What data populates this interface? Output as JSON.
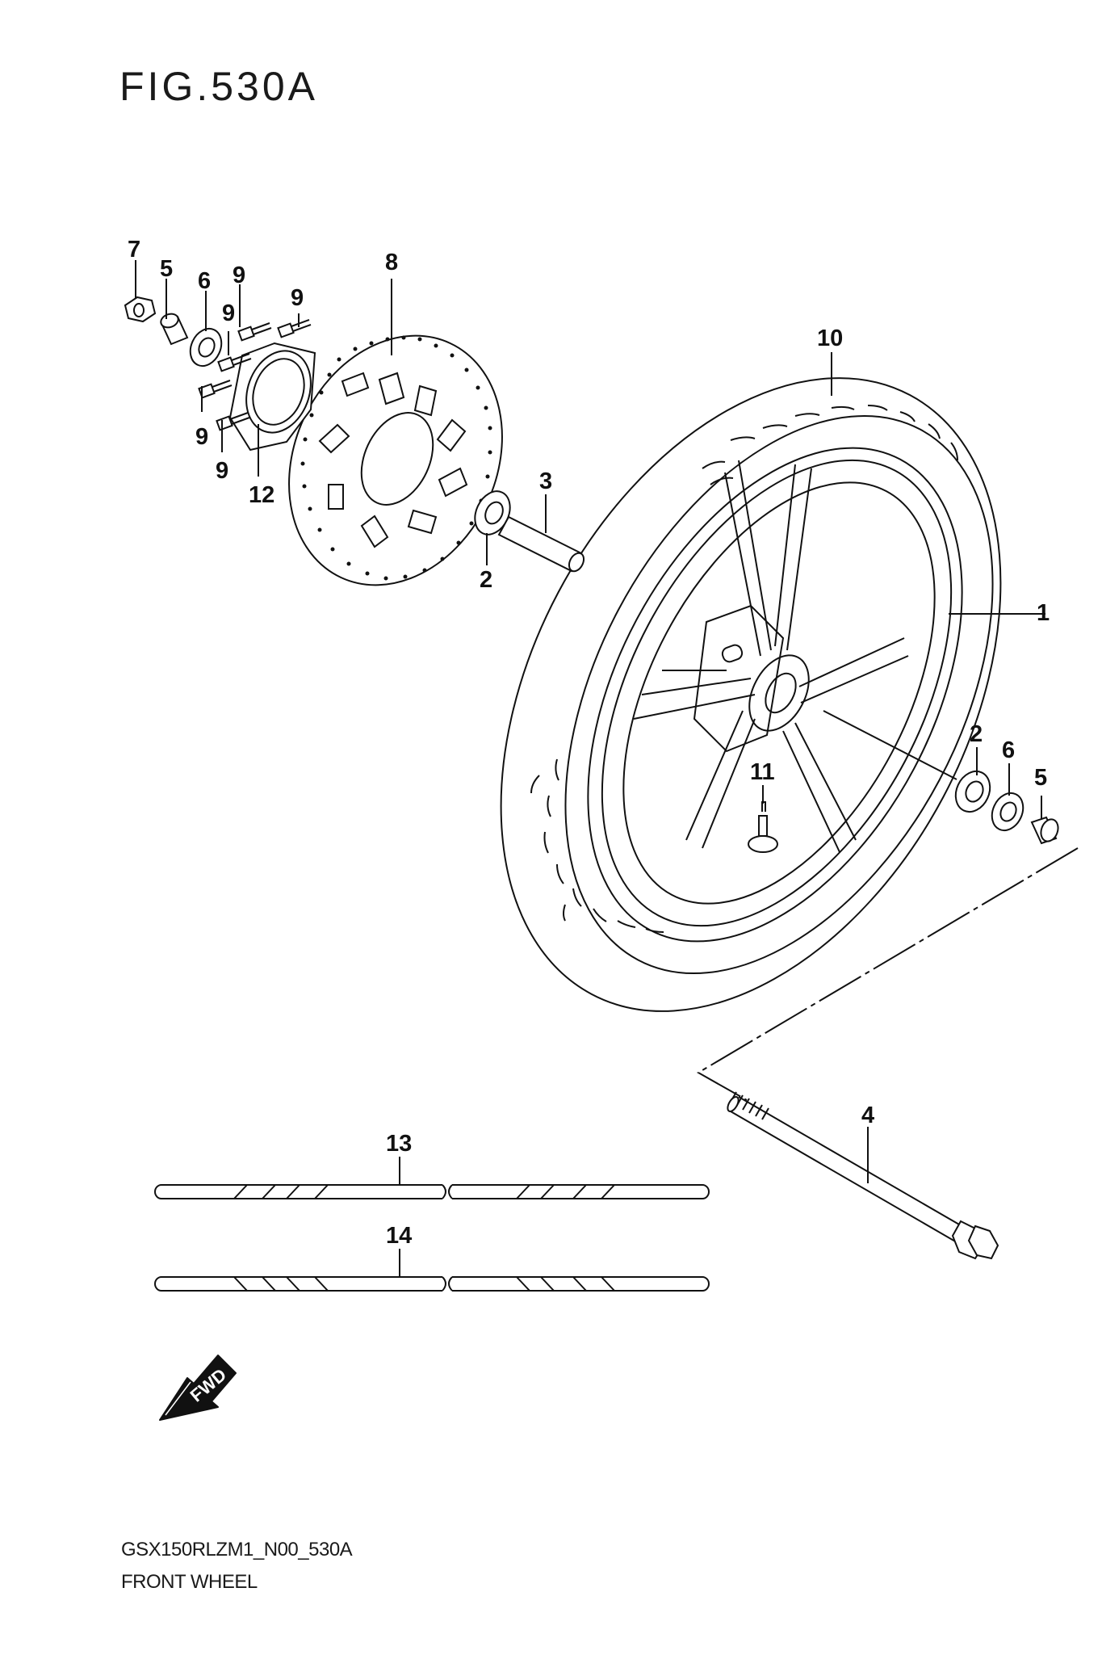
{
  "figure_title": "FIG.530A",
  "diagram_code": "GSX150RLZM1_N00_530A",
  "diagram_name": "FRONT WHEEL",
  "fwd_label": "FWD",
  "callouts": {
    "c1": "1",
    "c2a": "2",
    "c2b": "2",
    "c3": "3",
    "c4": "4",
    "c5a": "5",
    "c5b": "5",
    "c6a": "6",
    "c6b": "6",
    "c7": "7",
    "c8": "8",
    "c9a": "9",
    "c9b": "9",
    "c9c": "9",
    "c9d": "9",
    "c9e": "9",
    "c10": "10",
    "c11": "11",
    "c12": "12",
    "c13": "13",
    "c14": "14"
  },
  "parts": [
    {
      "ref": "1",
      "part": "wheel-rim"
    },
    {
      "ref": "2",
      "part": "bearing"
    },
    {
      "ref": "3",
      "part": "spacer"
    },
    {
      "ref": "4",
      "part": "axle"
    },
    {
      "ref": "5",
      "part": "collar"
    },
    {
      "ref": "6",
      "part": "oil-seal"
    },
    {
      "ref": "7",
      "part": "nut"
    },
    {
      "ref": "8",
      "part": "brake-disc"
    },
    {
      "ref": "9",
      "part": "bolt"
    },
    {
      "ref": "10",
      "part": "tire"
    },
    {
      "ref": "11",
      "part": "valve"
    },
    {
      "ref": "12",
      "part": "sensor-ring"
    },
    {
      "ref": "13",
      "part": "tape"
    },
    {
      "ref": "14",
      "part": "tape"
    }
  ]
}
